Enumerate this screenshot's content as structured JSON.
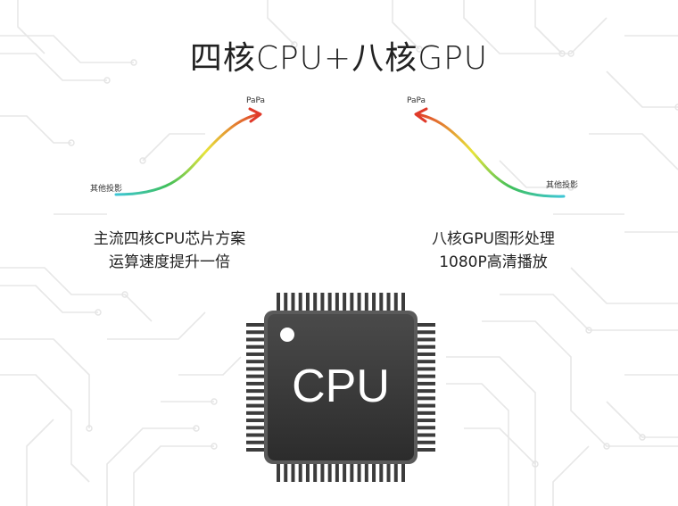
{
  "title": "四核CPU+八核GPU",
  "left": {
    "top_label": "PaPa",
    "bottom_label": "其他投影",
    "line1": "主流四核CPU芯片方案",
    "line2": "运算速度提升一倍"
  },
  "right": {
    "top_label": "PaPa",
    "bottom_label": "其他投影",
    "line1": "八核GPU图形处理",
    "line2": "1080P高清播放"
  },
  "chip": {
    "label": "CPU"
  },
  "colors": {
    "arrow_start": "#3ec6d6",
    "arrow_mid1": "#3fbf5a",
    "arrow_mid2": "#e8e43a",
    "arrow_end": "#e03a2a",
    "chip_body": "#3a3a3a",
    "chip_pins": "#444444",
    "circuit": "#e6e6e6"
  }
}
